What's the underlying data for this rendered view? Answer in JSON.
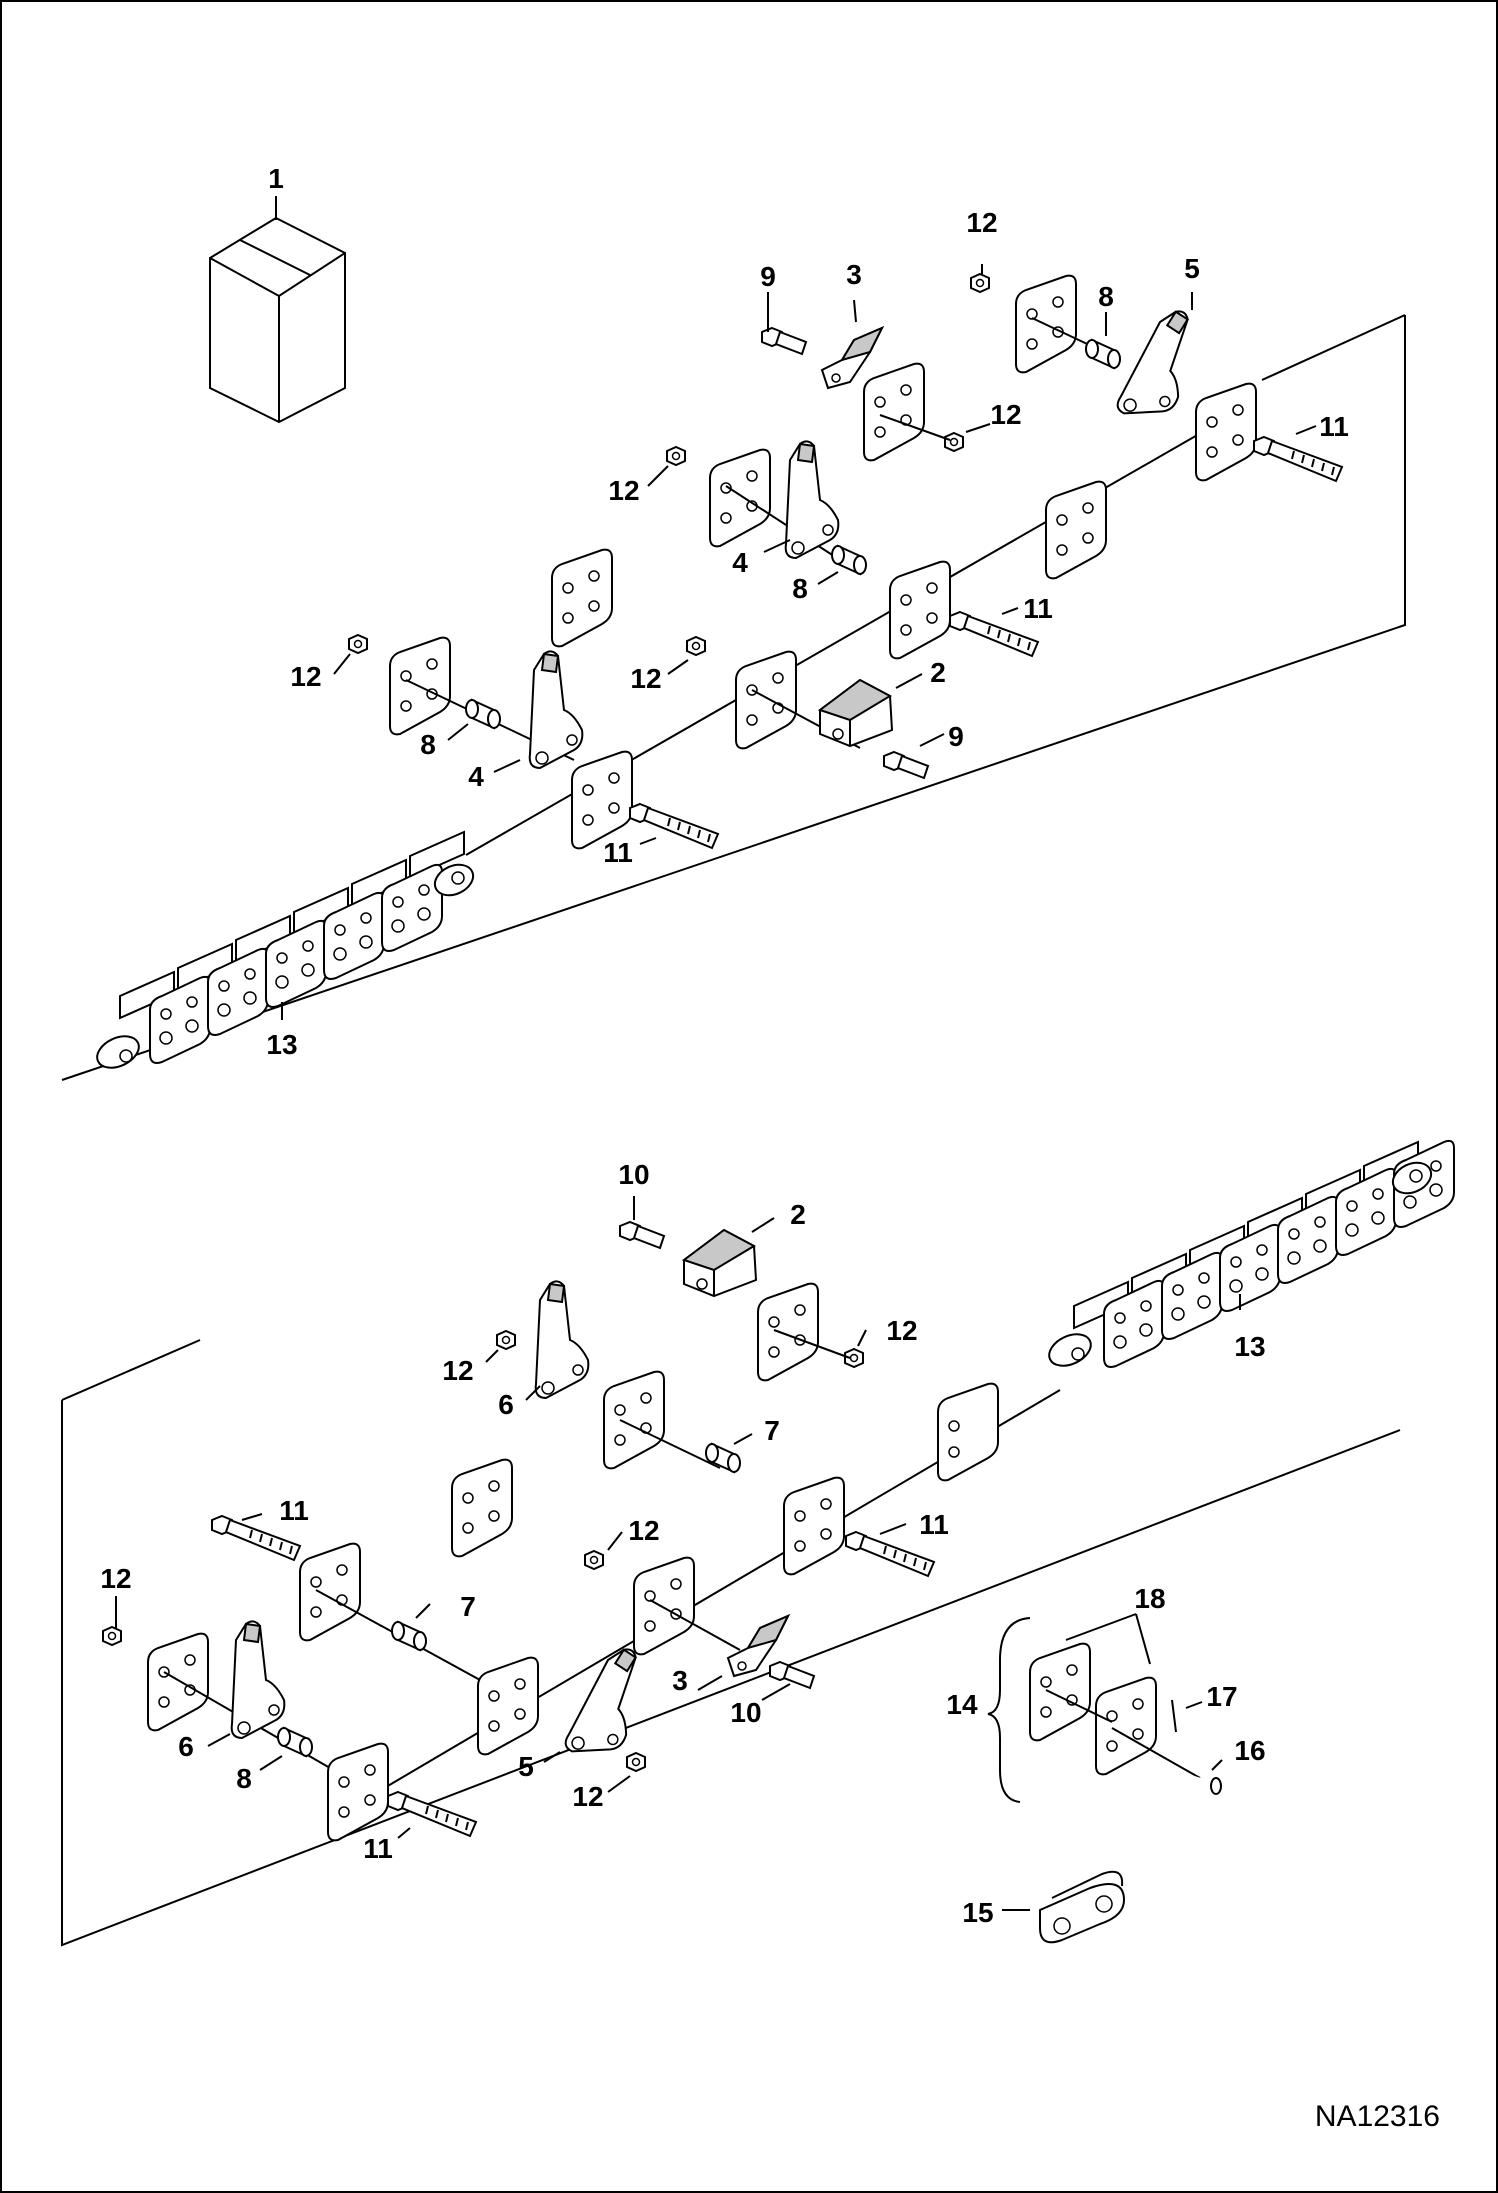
{
  "drawing_number": "NA12316",
  "callouts_top": [
    {
      "id": "c-1",
      "label": "1"
    },
    {
      "id": "c-12a",
      "label": "12"
    },
    {
      "id": "c-9a",
      "label": "9"
    },
    {
      "id": "c-3a",
      "label": "3"
    },
    {
      "id": "c-8a",
      "label": "8"
    },
    {
      "id": "c-5a",
      "label": "5"
    },
    {
      "id": "c-12b",
      "label": "12"
    },
    {
      "id": "c-11a",
      "label": "11"
    },
    {
      "id": "c-12c",
      "label": "12"
    },
    {
      "id": "c-4a",
      "label": "4"
    },
    {
      "id": "c-8b",
      "label": "8"
    },
    {
      "id": "c-11b",
      "label": "11"
    },
    {
      "id": "c-12d",
      "label": "12"
    },
    {
      "id": "c-12e",
      "label": "12"
    },
    {
      "id": "c-2a",
      "label": "2"
    },
    {
      "id": "c-9b",
      "label": "9"
    },
    {
      "id": "c-8c",
      "label": "8"
    },
    {
      "id": "c-4b",
      "label": "4"
    },
    {
      "id": "c-11c",
      "label": "11"
    },
    {
      "id": "c-13a",
      "label": "13"
    }
  ],
  "callouts_bottom": [
    {
      "id": "c-10a",
      "label": "10"
    },
    {
      "id": "c-2b",
      "label": "2"
    },
    {
      "id": "c-12f",
      "label": "12"
    },
    {
      "id": "c-13b",
      "label": "13"
    },
    {
      "id": "c-12g",
      "label": "12"
    },
    {
      "id": "c-6a",
      "label": "6"
    },
    {
      "id": "c-7a",
      "label": "7"
    },
    {
      "id": "c-11d",
      "label": "11"
    },
    {
      "id": "c-11e",
      "label": "11"
    },
    {
      "id": "c-12h",
      "label": "12"
    },
    {
      "id": "c-7b",
      "label": "7"
    },
    {
      "id": "c-12i",
      "label": "12"
    },
    {
      "id": "c-3b",
      "label": "3"
    },
    {
      "id": "c-10b",
      "label": "10"
    },
    {
      "id": "c-6b",
      "label": "6"
    },
    {
      "id": "c-8d",
      "label": "8"
    },
    {
      "id": "c-5b",
      "label": "5"
    },
    {
      "id": "c-12j",
      "label": "12"
    },
    {
      "id": "c-11f",
      "label": "11"
    },
    {
      "id": "c-18",
      "label": "18"
    },
    {
      "id": "c-14",
      "label": "14"
    },
    {
      "id": "c-17",
      "label": "17"
    },
    {
      "id": "c-16",
      "label": "16"
    },
    {
      "id": "c-15",
      "label": "15"
    }
  ]
}
